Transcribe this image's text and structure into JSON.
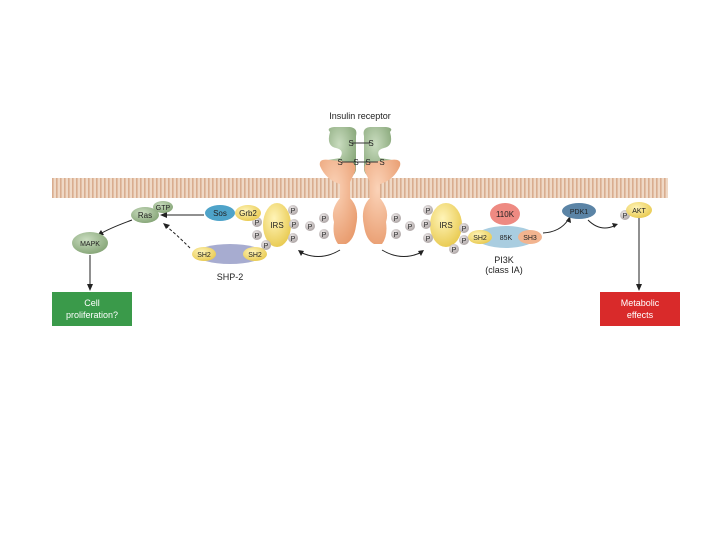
{
  "title": "Insulin receptor",
  "receptor": {
    "disulfide_label": "S"
  },
  "phospho_label": "P",
  "left_path": {
    "gtp": "GTP",
    "ras": "Ras",
    "sos": "Sos",
    "grb2": "Grb2",
    "irs": "IRS",
    "sh2_a": "SH2",
    "sh2_b": "SH2",
    "shp2": "SHP-2",
    "mapk": "MAPK",
    "outcome_line1": "Cell",
    "outcome_line2": "proliferation?"
  },
  "right_path": {
    "irs": "IRS",
    "p110": "110K",
    "sh2": "SH2",
    "p85": "85K",
    "sh3": "SH3",
    "pi3k_line1": "PI3K",
    "pi3k_line2": "(class IA)",
    "pdk1": "PDK1",
    "akt": "AKT",
    "outcome_line1": "Metabolic",
    "outcome_line2": "effects"
  },
  "colors": {
    "membrane": "#e6c3a8",
    "receptor_alpha": "#9fbd95",
    "receptor_beta": "#f2b48f",
    "irs": "#f4df7a",
    "phospho": "#c9c2c2",
    "green_box": "#3a9a4a",
    "red_box": "#d92a2a",
    "p110": "#ee8a82",
    "p85": "#a9cde0",
    "sos": "#4ea3c9",
    "shp2": "#a7acd0",
    "pdk1": "#5b84a6",
    "mapk": "#9fbd95"
  }
}
